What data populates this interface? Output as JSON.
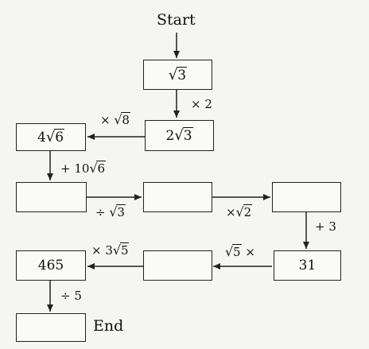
{
  "start_label": "Start",
  "end_label": "End",
  "boxes": {
    "b1": {
      "radical": "3"
    },
    "b2": {
      "coef": "2",
      "radical": "3"
    },
    "b3": {
      "coef": "4",
      "radical": "6"
    },
    "b4": {
      "value": ""
    },
    "b5": {
      "value": ""
    },
    "b6": {
      "value": ""
    },
    "b7": {
      "value": "31"
    },
    "b8": {
      "value": ""
    },
    "b9": {
      "value": "465"
    },
    "b10": {
      "value": ""
    }
  },
  "ops": {
    "op1": {
      "text": "× 2"
    },
    "op2": {
      "prefix": "× ",
      "radical": "8"
    },
    "op3": {
      "prefix": "+ 10",
      "radical": "6"
    },
    "op4": {
      "prefix": "÷ ",
      "radical": "3"
    },
    "op5": {
      "prefix": "×",
      "radical": "2"
    },
    "op6": {
      "text": "+ 3"
    },
    "op7": {
      "radical": "5",
      "suffix": " ×"
    },
    "op8": {
      "prefix": "× 3",
      "radical": "5"
    },
    "op9": {
      "text": "÷ 5"
    }
  },
  "colors": {
    "stroke": "#222222",
    "box_fill": "#fafaf8",
    "background": "#f5f5f3"
  }
}
